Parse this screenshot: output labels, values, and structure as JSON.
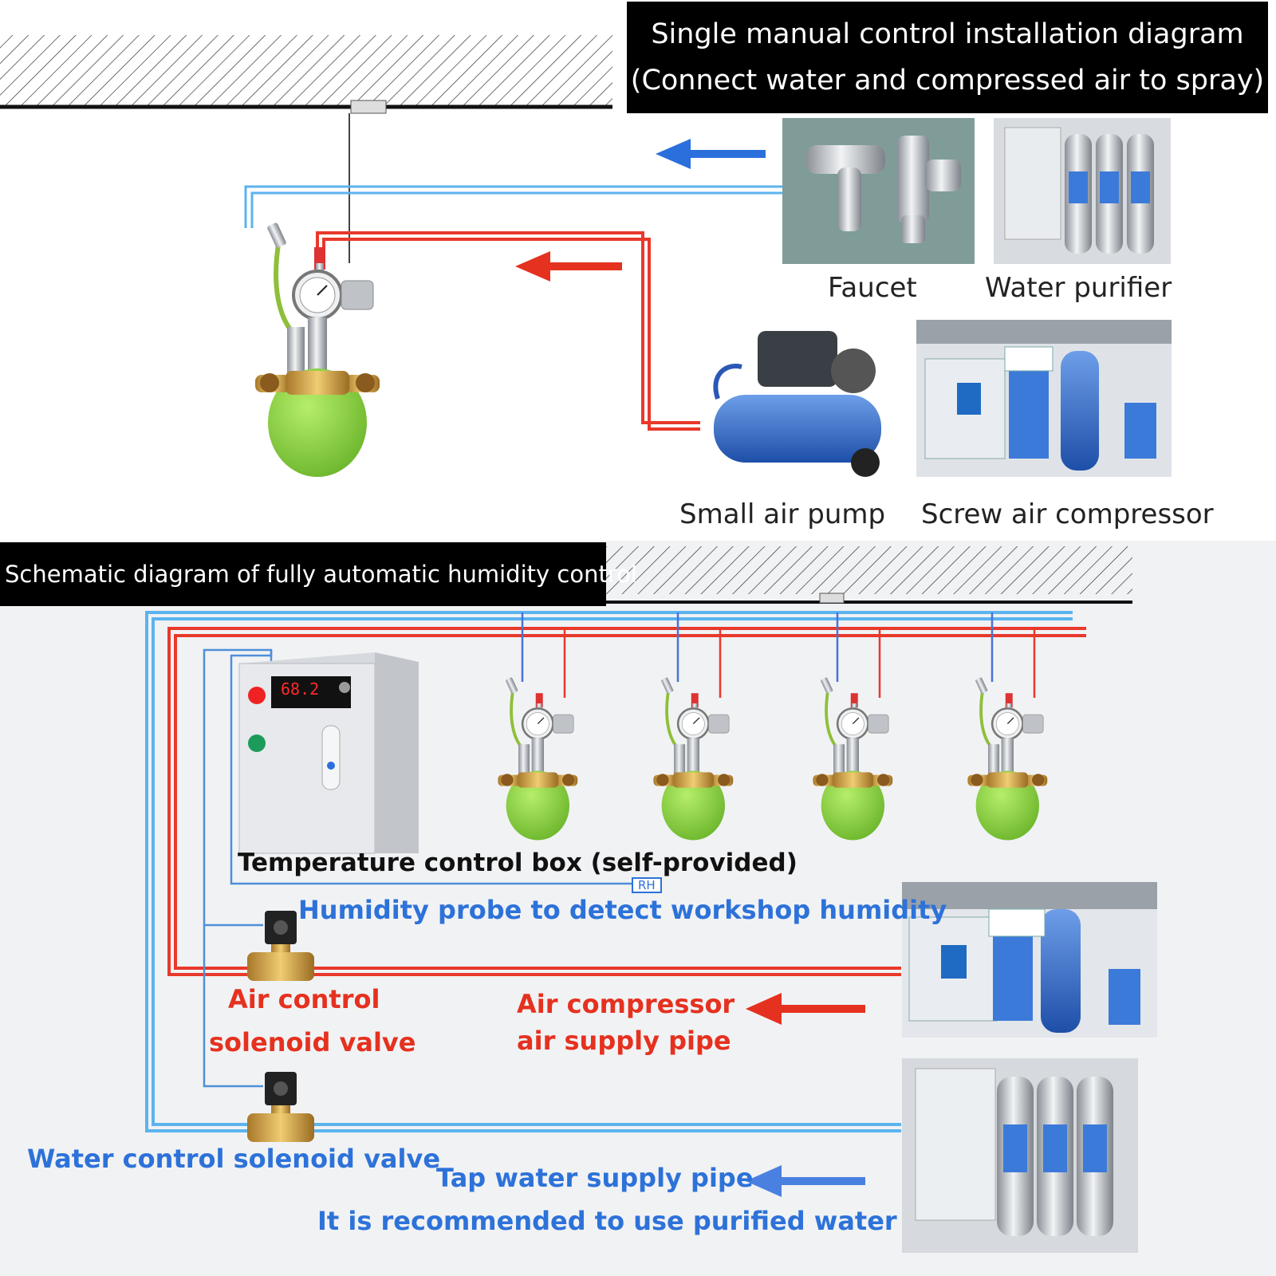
{
  "titles": {
    "single_line1": "Single manual control installation diagram",
    "single_line2": "(Connect water and compressed air to spray)",
    "automatic": "Schematic diagram of fully automatic humidity control"
  },
  "sources_top": {
    "faucet": "Faucet",
    "water_purifier": "Water purifier",
    "small_air_pump": "Small air pump",
    "screw_air_compressor": "Screw air compressor"
  },
  "automatic_labels": {
    "control_box": "Temperature control box (self-provided)",
    "humidity_probe": "Humidity probe to detect workshop humidity",
    "probe_tag": "RH",
    "air_valve_line1": "Air control",
    "air_valve_line2": "solenoid valve",
    "air_pipe_line1": "Air compressor",
    "air_pipe_line2": "air supply pipe",
    "water_valve": "Water control solenoid valve",
    "water_pipe": "Tap water supply pipe",
    "water_recommendation": "It is recommended to use purified water",
    "lcd_reading": "68.2"
  },
  "colors": {
    "water_pipe": "#5cb3ee",
    "air_pipe": "#e8392b",
    "arrow_blue": "#2a6fdc",
    "arrow_red": "#e5311f",
    "humidifier_body": "#8fd14a"
  }
}
